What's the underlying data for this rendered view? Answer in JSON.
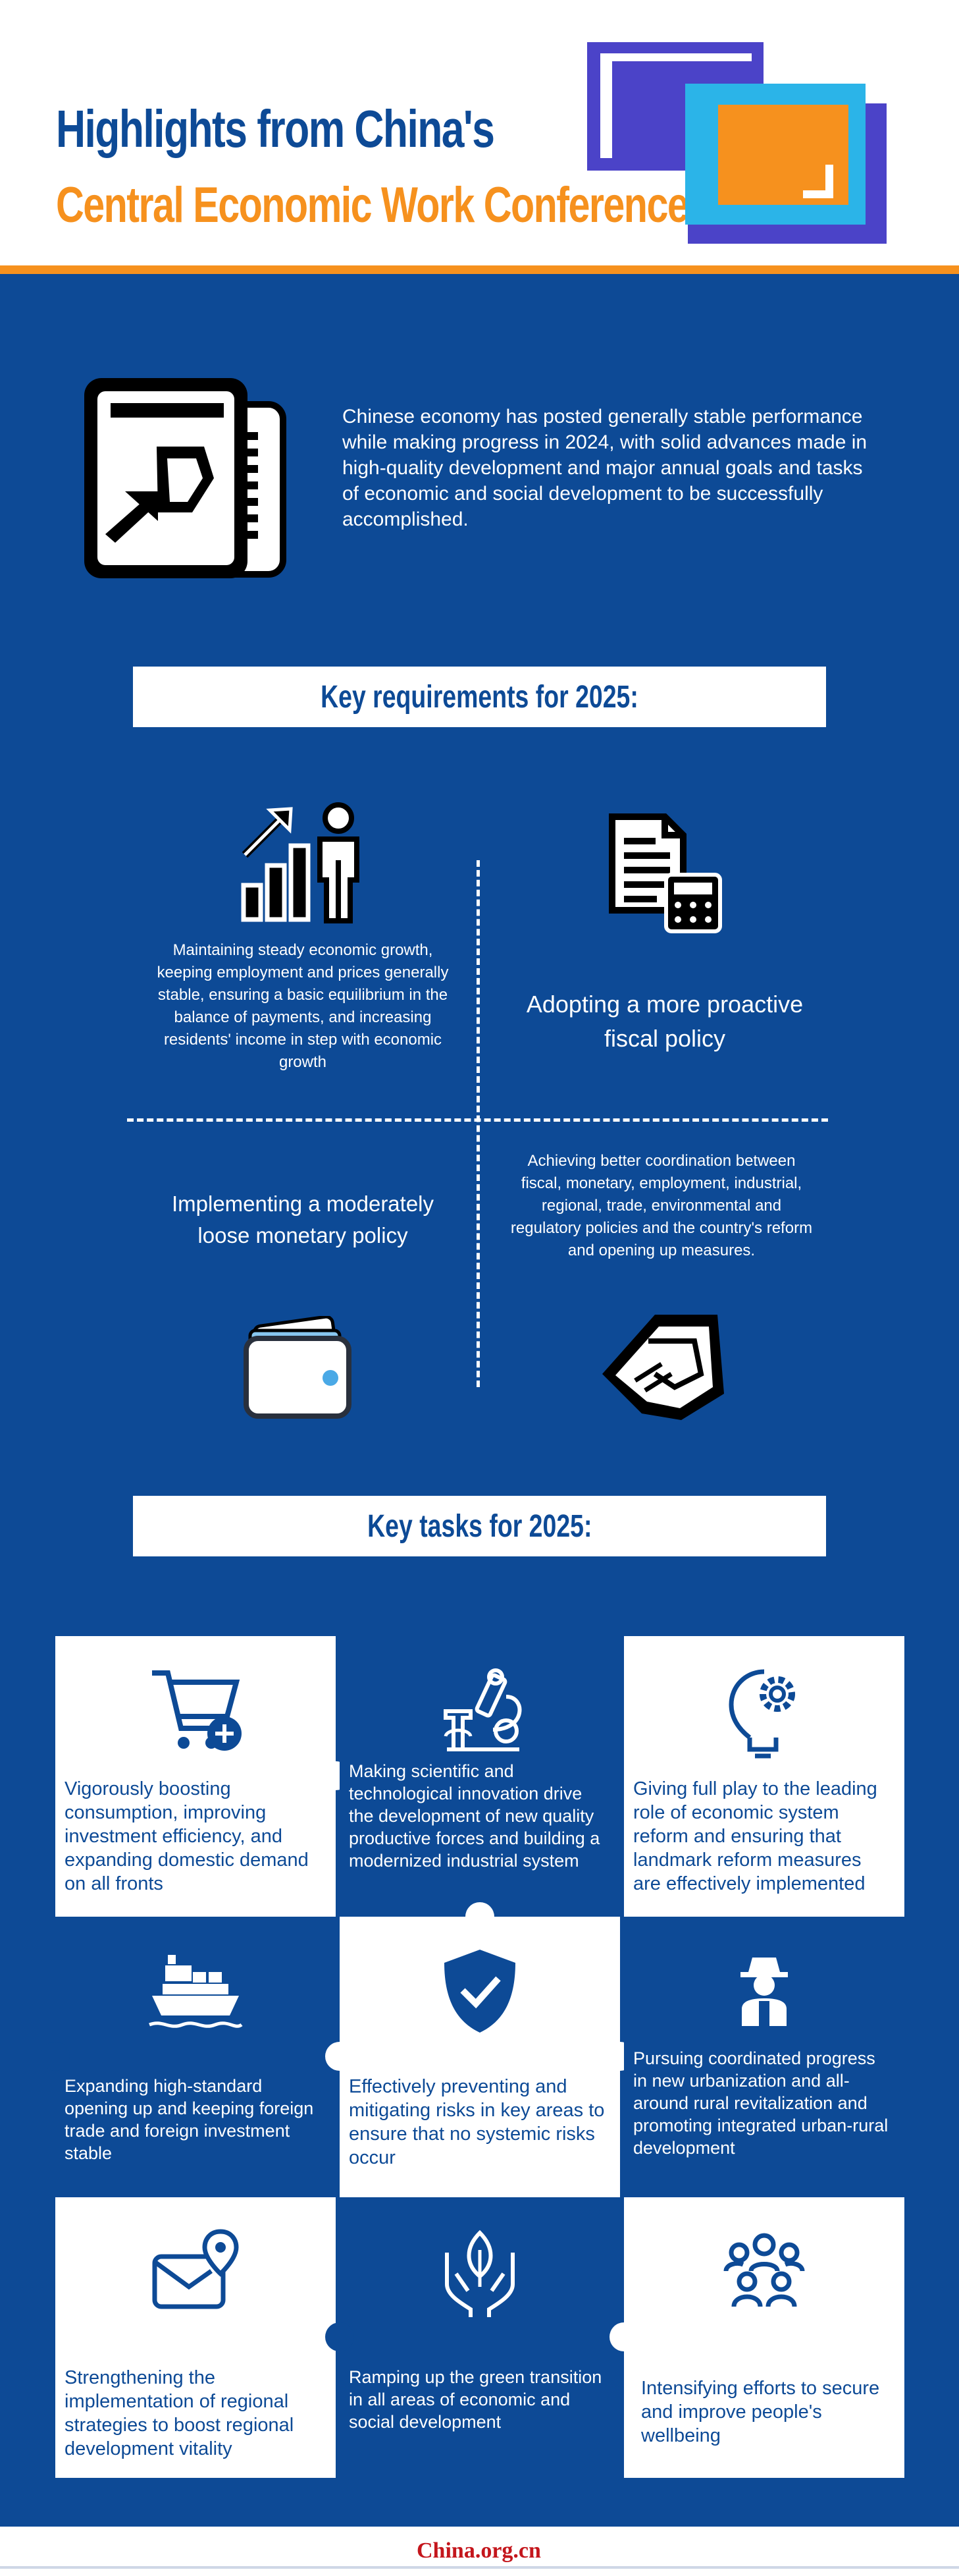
{
  "header": {
    "title_line1": "Highlights from China's",
    "title_line2": "Central Economic Work Conference"
  },
  "intro": {
    "icon": "newspaper-icon",
    "text": "Chinese economy has posted generally stable performance while making progress in 2024, with solid advances made in high-quality development and major annual goals and tasks of economic and social development to be successfully accomplished."
  },
  "requirements": {
    "heading": "Key requirements for 2025:",
    "items": [
      {
        "icon": "growth-person-icon",
        "text": "Maintaining steady economic growth, keeping employment and prices generally stable, ensuring a basic equilibrium in the balance of payments, and increasing residents' income in step with economic growth"
      },
      {
        "icon": "documents-calculator-icon",
        "text": "Adopting a more proactive fiscal policy"
      },
      {
        "icon": "wallet-icon",
        "text": "Implementing a moderately loose monetary policy"
      },
      {
        "icon": "handshake-icon",
        "text": "Achieving better coordination between fiscal, monetary, employment, industrial, regional, trade, environmental and regulatory policies and the country's reform and opening up measures."
      }
    ]
  },
  "tasks": {
    "heading": "Key tasks for 2025:",
    "items": [
      {
        "icon": "shopping-cart-add-icon",
        "text": "Vigorously boosting consumption, improving investment efficiency, and expanding domestic demand on all fronts"
      },
      {
        "icon": "microscope-icon",
        "text": "Making scientific and technological innovation drive the development of new quality productive forces and building a modernized industrial system"
      },
      {
        "icon": "lightbulb-gear-icon",
        "text": "Giving full play to the leading role of economic system reform and ensuring that landmark reform measures are effectively implemented"
      },
      {
        "icon": "cargo-ship-icon",
        "text": "Expanding high-standard opening up and keeping foreign trade and foreign investment stable"
      },
      {
        "icon": "shield-check-icon",
        "text": "Effectively preventing and mitigating risks in key areas to ensure that no systemic risks occur"
      },
      {
        "icon": "farmer-icon",
        "text": "Pursuing coordinated progress in new urbanization and all-around rural revitalization and promoting integrated urban-rural development"
      },
      {
        "icon": "mail-location-icon",
        "text": "Strengthening the implementation of regional strategies to boost regional development vitality"
      },
      {
        "icon": "hands-leaf-icon",
        "text": "Ramping up the green transition in all areas of economic and social development"
      },
      {
        "icon": "people-group-icon",
        "text": "Intensifying efforts to secure and improve people's wellbeing"
      }
    ]
  },
  "footer": {
    "logo": "China.org.cn"
  },
  "colors": {
    "blue": "#0d4a96",
    "orange": "#f6911e",
    "light_blue": "#2bb4e8",
    "purple": "#4b43c8",
    "white": "#ffffff"
  }
}
